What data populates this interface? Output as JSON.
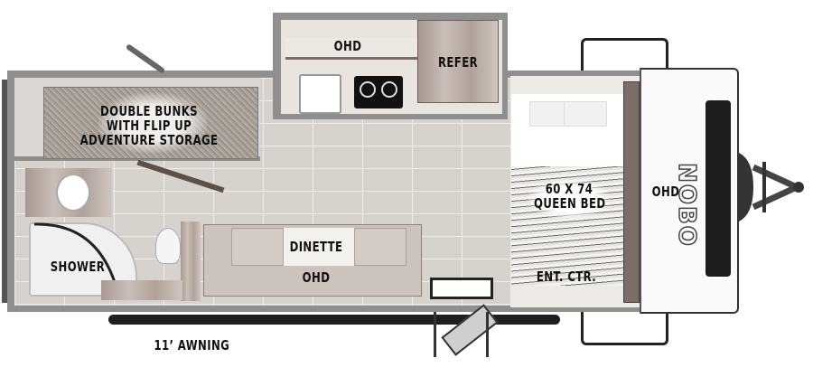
{
  "labels": {
    "bunks": [
      "DOUBLE BUNKS",
      "WITH FLIP UP",
      "ADVENTURE STORAGE"
    ],
    "kitchen_ohd": "OHD",
    "refer": "REFER",
    "dinette": "DINETTE",
    "dinette_ohd": "OHD",
    "shower": "SHOWER",
    "bed": [
      "60 X 74",
      "QUEEN BED"
    ],
    "ent_ctr": "ENT. CTR.",
    "front_ohd": "OHD",
    "awning": "11’ AWNING",
    "brand_logo": "NOBO"
  },
  "colors": {
    "wall": "#8f8f8f",
    "floor": "#d6d3ce",
    "cabinet": "#a89890",
    "text": "#111111"
  }
}
